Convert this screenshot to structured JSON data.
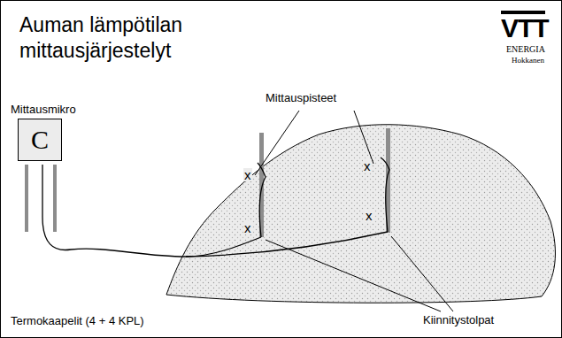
{
  "diagram": {
    "title": "Auman lämpötilan mittausjärjestelyt",
    "nodes": [
      {
        "text": [
          "Mittausmikro",
          "C"
        ]
      }
    ],
    "labels": [
      "VTT",
      "ENERGIA",
      "Hokkanen",
      "Mittauspisteet",
      "x",
      "x",
      "x",
      "x",
      "Termokaapelit (4 + 4 KPL)",
      "Kiinnitystolpat"
    ]
  }
}
